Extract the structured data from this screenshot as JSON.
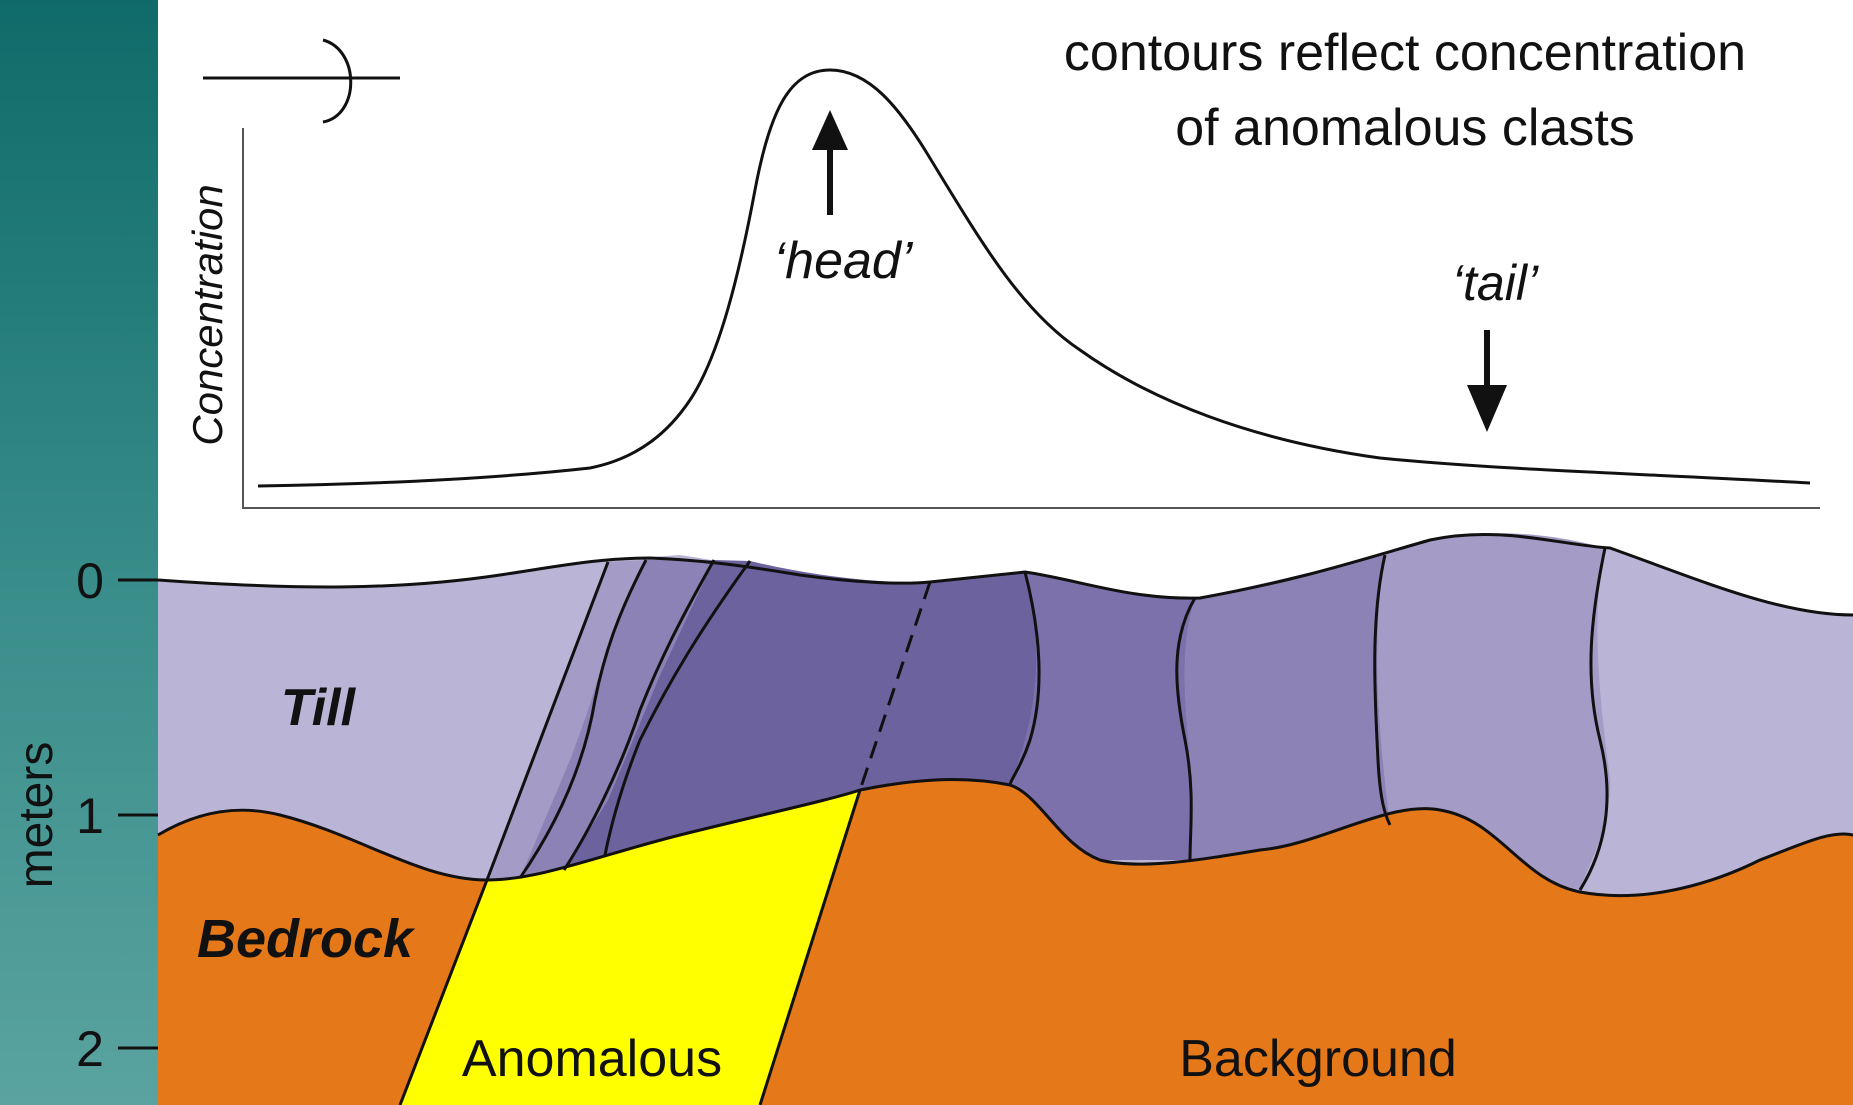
{
  "depth_axis": {
    "label": "meters",
    "ticks": [
      "0",
      "1",
      "2"
    ]
  },
  "profile": {
    "note_line1": "contours reflect concentration",
    "note_line2": "of anomalous clasts",
    "y_axis_label": "Concentration",
    "head_label": "‘head’",
    "tail_label": "‘tail’",
    "direction_symbol": "ice-flow-direction-icon"
  },
  "cross_section": {
    "till_label": "Till",
    "bedrock_label": "Bedrock",
    "anomalous_label": "Anomalous",
    "background_label": "Background"
  },
  "colors": {
    "background": "#1d7a77",
    "till_light": "#bab4d6",
    "till_1": "#a49cc6",
    "till_2": "#8c82b6",
    "till_3": "#7c71ab",
    "till_core": "#6c629e",
    "bedrock": "#e57818",
    "anomalous": "#ffff00"
  }
}
